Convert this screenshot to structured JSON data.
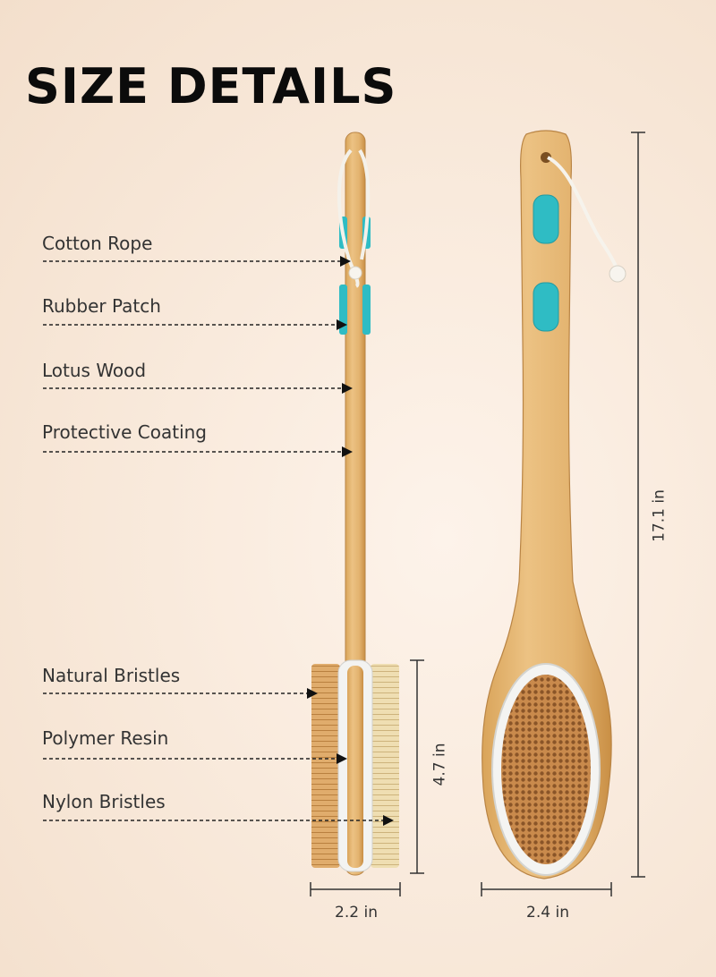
{
  "title": "SIZE DETAILS",
  "labels": [
    "Cotton Rope",
    "Rubber Patch",
    "Lotus Wood",
    "Protective Coating",
    "Natural Bristles",
    "Polymer Resin",
    "Nylon Bristles"
  ],
  "dimensions": {
    "side_height": "4.7 in",
    "side_width": "2.2 in",
    "front_length": "17.1 in",
    "front_width": "2.4 in"
  },
  "colors": {
    "background": "#f8e8d9",
    "wood": "#e2b26e",
    "rubber": "#2fbcc4",
    "bristle": "#d9a56a",
    "nylon": "#ecd9ac",
    "text": "#333333",
    "title": "#0b0b0b"
  }
}
